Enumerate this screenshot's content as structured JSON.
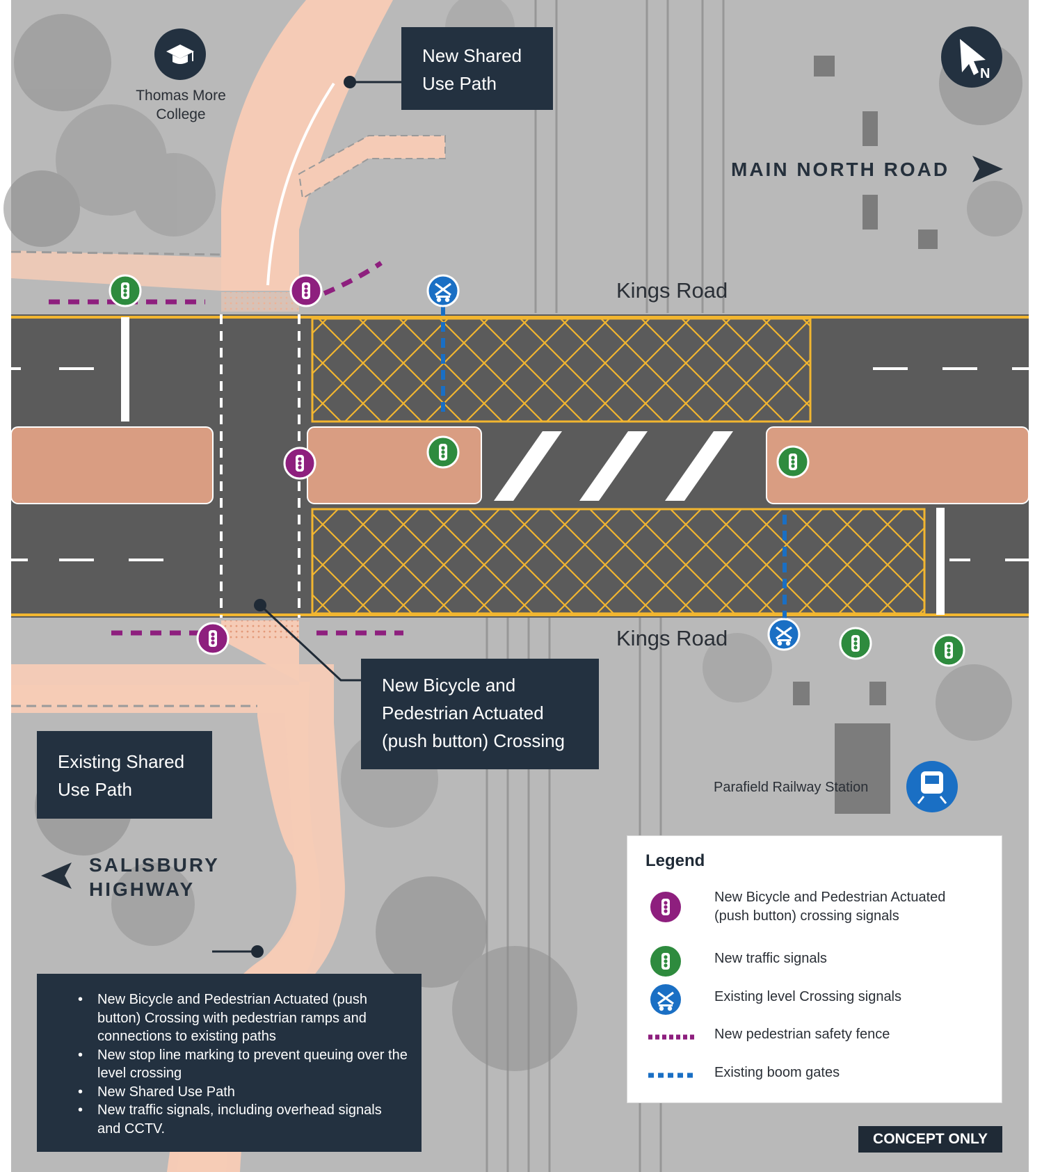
{
  "callouts": {
    "new_shared_use_path": [
      "New Shared",
      "Use Path"
    ],
    "new_crossing": [
      "New Bicycle and",
      "Pedestrian Actuated",
      "(push button) Crossing"
    ],
    "existing_shared_use_path": [
      "Existing Shared",
      "Use Path"
    ]
  },
  "places": {
    "college": [
      "Thomas More",
      "College"
    ],
    "station": "Parafield Railway Station"
  },
  "roads": {
    "kings_road_north": "Kings Road",
    "kings_road_south": "Kings Road",
    "main_north_road": "MAIN NORTH ROAD",
    "salisbury_highway": [
      "SALISBURY",
      "HIGHWAY"
    ]
  },
  "north_arrow": {
    "label": "N",
    "icon": "north-arrow-icon"
  },
  "legend": {
    "title": "Legend",
    "items": [
      {
        "icon": "push-button-signal-icon",
        "color": "#8e1f7e",
        "text": [
          "New Bicycle and Pedestrian Actuated",
          "(push button) crossing signals"
        ]
      },
      {
        "icon": "traffic-signal-icon",
        "color": "#2e8b3e",
        "text": [
          "New traffic signals"
        ]
      },
      {
        "icon": "level-crossing-icon",
        "color": "#1a6fc4",
        "text": [
          "Existing level Crossing signals"
        ]
      },
      {
        "icon": "safety-fence-line-icon",
        "color": "#8e1f7e",
        "text": [
          "New pedestrian safety fence"
        ]
      },
      {
        "icon": "boom-gate-line-icon",
        "color": "#1a6fc4",
        "text": [
          "Existing boom gates"
        ]
      }
    ]
  },
  "notes": [
    "New Bicycle and Pedestrian Actuated (push button) Crossing with pedestrian ramps and connections to existing paths",
    "New stop line marking to prevent queuing over the level crossing",
    "New Shared Use Path",
    "New traffic signals, including overhead signals and CCTV."
  ],
  "concept_label": "CONCEPT ONLY",
  "colors": {
    "road": "#5b5b5b",
    "path": "#f5cbb6",
    "median": "#d99d82",
    "yellow_box": "#f2b630",
    "callout_bg": "#233140",
    "push_button": "#8e1f7e",
    "traffic_signal": "#2e8b3e",
    "level_crossing": "#1a6fc4"
  }
}
